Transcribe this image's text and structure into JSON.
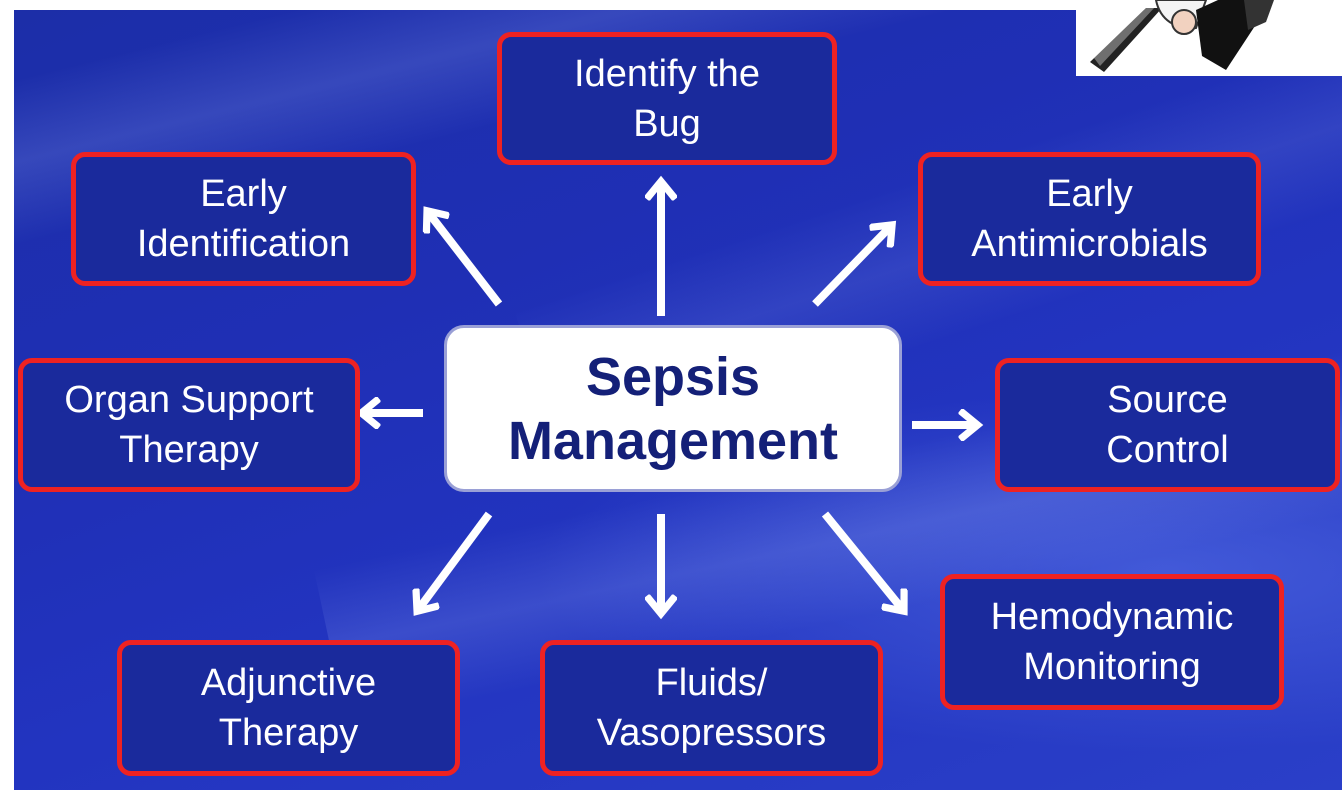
{
  "center": {
    "line1": "Sepsis",
    "line2": "Management"
  },
  "boxes": {
    "identify_bug": {
      "line1": "Identify the",
      "line2": "Bug"
    },
    "early_identification": {
      "line1": "Early",
      "line2": "Identification"
    },
    "early_antimicrobials": {
      "line1": "Early",
      "line2": "Antimicrobials"
    },
    "organ_support": {
      "line1": "Organ Support",
      "line2": "Therapy"
    },
    "source_control": {
      "line1": "Source",
      "line2": "Control"
    },
    "adjunctive": {
      "line1": "Adjunctive",
      "line2": "Therapy"
    },
    "fluids": {
      "line1": "Fluids/",
      "line2": "Vasopressors"
    },
    "hemodynamic": {
      "line1": "Hemodynamic",
      "line2": "Monitoring"
    }
  },
  "colors": {
    "background": "#1f2fb5",
    "box_border": "#ee2222",
    "center_text": "#142078",
    "arrow": "#ffffff"
  }
}
